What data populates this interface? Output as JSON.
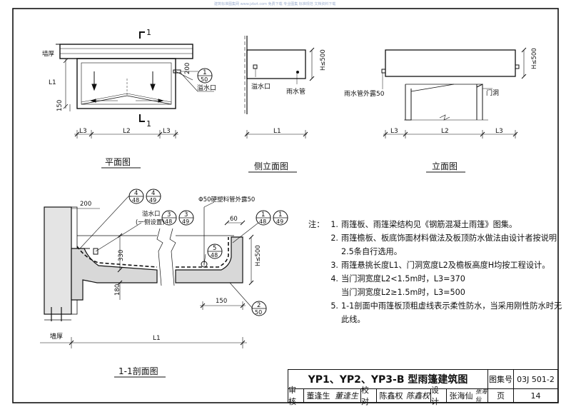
{
  "watermark": "建筑标准图集网 www.jzbzt.com 免费下载 专业图集 标准规范 文档资料下载",
  "plan": {
    "title": "平面图",
    "wall_label": "墙厚",
    "l1": "L1",
    "l2": "L2",
    "l3": "L3",
    "dim_150": "150",
    "dim_200": "200",
    "section_mark_top": "1",
    "section_mark_bottom": "1",
    "callout_top": "1",
    "callout_bottom": "50",
    "overflow_label": "溢水口"
  },
  "side": {
    "title": "侧立面图",
    "h_label": "H≤500",
    "overflow_label": "溢水口",
    "pipe_label": "雨水管",
    "l1": "L1"
  },
  "elev": {
    "title": "立面图",
    "h_label": "H≤500",
    "pipe_label": "雨水管外露50",
    "door_label": "门洞",
    "l2": "L2",
    "l3": "L3"
  },
  "section": {
    "title": "1-1剖面图",
    "wall_label": "墙厚",
    "l1": "L1",
    "dim_200": "200",
    "dim_330": "330",
    "dim_180": "180",
    "dim_150": "150",
    "dim_60": "60",
    "h_label": "H≤500",
    "pipe_label": "Φ50硬塑料管外露50",
    "overflow_label": "溢水口",
    "overflow_note": "(一侧设置)",
    "callouts": [
      {
        "top": "4",
        "bottom": "48"
      },
      {
        "top": "4",
        "bottom": "49"
      },
      {
        "top": "3",
        "bottom": "48"
      },
      {
        "top": "3",
        "bottom": "49"
      },
      {
        "top": "1",
        "bottom": "48"
      },
      {
        "top": "1",
        "bottom": "49"
      },
      {
        "top": "5",
        "bottom": "48"
      },
      {
        "top": "2",
        "bottom": "50"
      }
    ]
  },
  "notes": {
    "lead": "注：",
    "items": [
      {
        "num": "1.",
        "text": "雨篷板、雨篷梁结构见《钢筋混凝土雨篷》图集。"
      },
      {
        "num": "2.",
        "text": "雨篷檐板、板底饰面材料做法及板顶防水做法由设计者按说明"
      },
      {
        "num": "",
        "text": "2.5条自行选用。"
      },
      {
        "num": "3.",
        "text": "雨篷悬挑长度L1、门洞宽度L2及檐板高度H均按工程设计。"
      },
      {
        "num": "4.",
        "text": "当门洞宽度L2<1.5m时，L3=370"
      },
      {
        "num": "",
        "text": "当门洞宽度L2≥1.5m时，L3=500"
      },
      {
        "num": "5.",
        "text": "1-1剖面中雨篷板顶粗虚线表示柔性防水，当采用刚性防水时无"
      },
      {
        "num": "",
        "text": "此线。"
      }
    ]
  },
  "titleblock": {
    "title": "YP1、YP2、YP3-B 型雨篷建筑图",
    "atlas_label": "图集号",
    "atlas_value": "03J 501-2",
    "page_label": "页",
    "page_value": "14",
    "review_label": "审核",
    "review_name": "董逢生",
    "review_sign": "董逢生",
    "check_label": "校对",
    "check_name": "陈鑫权",
    "check_sign": "陈鑫权",
    "design_label": "设计",
    "design_name": "张海仙",
    "design_sign": "张海仙"
  }
}
